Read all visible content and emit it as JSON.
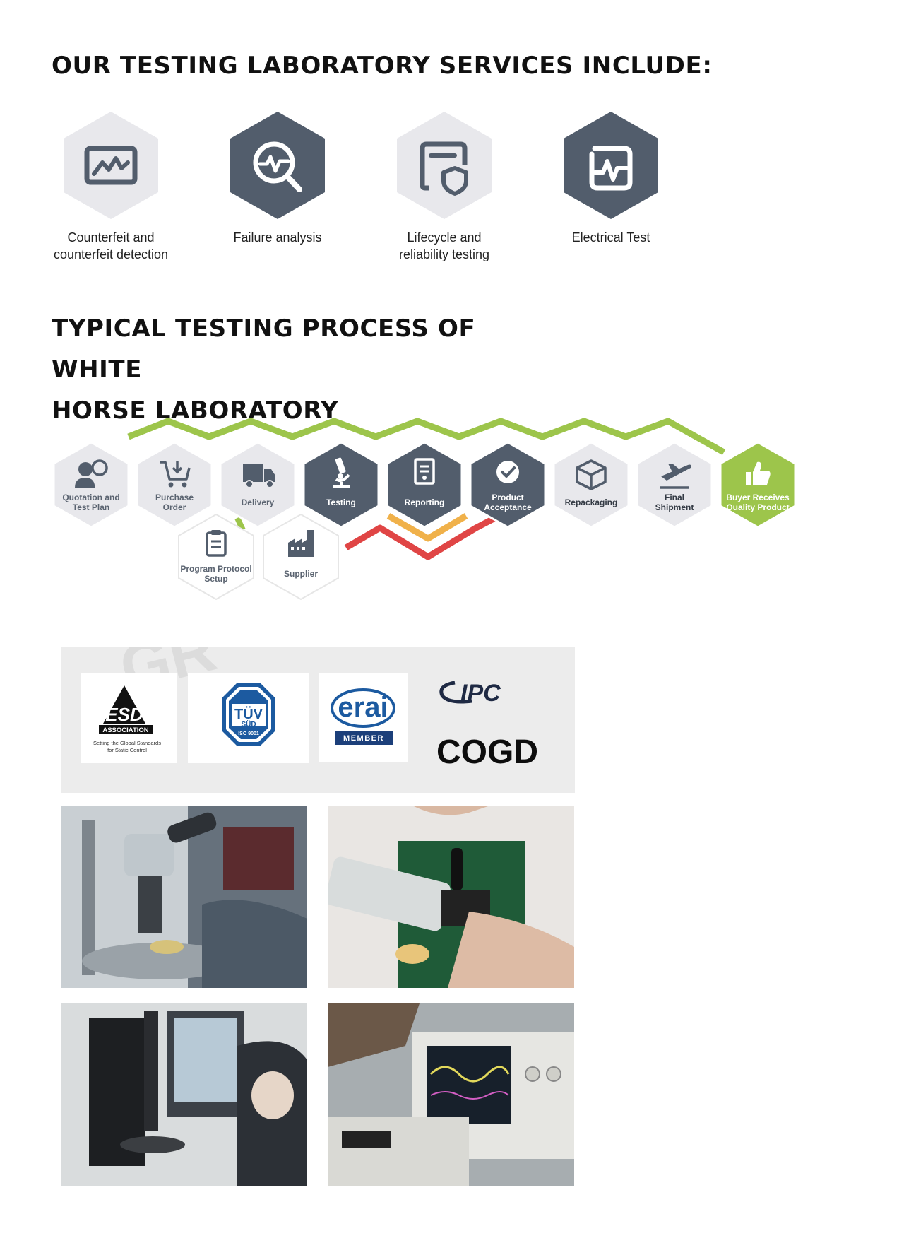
{
  "headings": {
    "services": "OUR TESTING LABORATORY SERVICES INCLUDE:",
    "process_line1": "TYPICAL TESTING PROCESS OF WHITE",
    "process_line2": "HORSE LABORATORY"
  },
  "services": [
    {
      "line1": "Counterfeit and",
      "line2": "counterfeit detection",
      "icon": "chart-monitor-icon"
    },
    {
      "line1": "Failure analysis",
      "line2": "",
      "icon": "magnifier-pulse-icon"
    },
    {
      "line1": "Lifecycle and",
      "line2": "reliability testing",
      "icon": "document-shield-icon"
    },
    {
      "line1": "Electrical Test",
      "line2": "",
      "icon": "pulse-square-icon"
    }
  ],
  "process": {
    "steps": [
      {
        "line1": "Quotation and",
        "line2": "Test Plan"
      },
      {
        "line1": "Purchase",
        "line2": "Order"
      },
      {
        "line1": "Delivery",
        "line2": ""
      },
      {
        "line1": "Testing",
        "line2": ""
      },
      {
        "line1": "Reporting",
        "line2": ""
      },
      {
        "line1": "Product",
        "line2": "Acceptance"
      },
      {
        "line1": "Repackaging",
        "line2": ""
      },
      {
        "line1": "Final",
        "line2": "Shipment"
      },
      {
        "line1": "Buyer Receives",
        "line2": "Quality Product"
      }
    ],
    "sub_steps": [
      {
        "line1": "Program Protocol",
        "line2": "Setup"
      },
      {
        "line1": "Supplier",
        "line2": ""
      }
    ]
  },
  "certifications": {
    "esd_main": "ESD",
    "esd_assoc": "ASSOCIATION",
    "esd_tag1": "Setting the Global Standards",
    "esd_tag2": "for Static Control",
    "tuv_top": "TÜV",
    "tuv_mid": "SÜD",
    "tuv_iso": "ISO 9001",
    "erai_main": "erai",
    "erai_member": "MEMBER",
    "ipc": "IPC",
    "cogd": "COGD"
  },
  "photos": [
    {
      "icon": "microscope-inspection-photo"
    },
    {
      "icon": "chip-socket-programming-photo"
    },
    {
      "icon": "measuring-microscope-photo"
    },
    {
      "icon": "oscilloscope-bench-photo"
    }
  ],
  "colors": {
    "dark_hex": "#525d6c",
    "light_hex": "#e8e8ec",
    "green": "#9dc54b",
    "red": "#e04545",
    "orange": "#f0b14a"
  }
}
